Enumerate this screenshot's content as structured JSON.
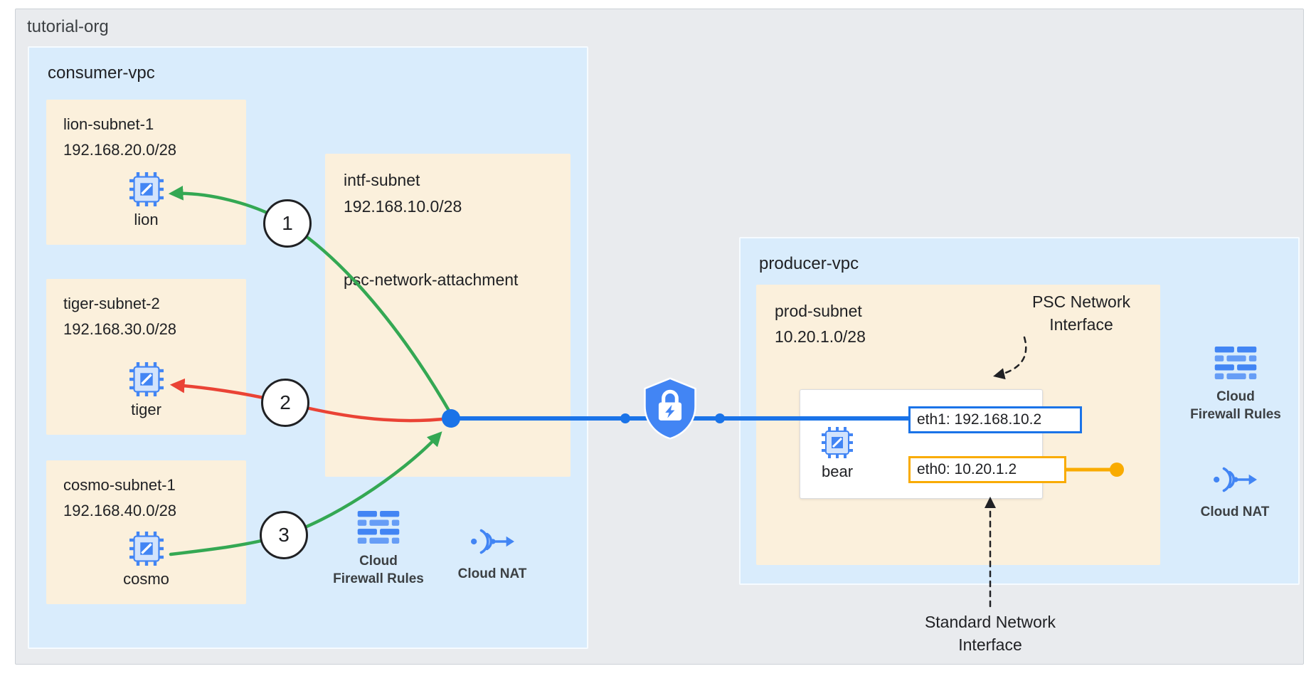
{
  "org": {
    "label": "tutorial-org"
  },
  "consumer": {
    "label": "consumer-vpc",
    "subnets": [
      {
        "name": "lion-subnet-1",
        "cidr": "192.168.20.0/28",
        "vm": "lion"
      },
      {
        "name": "tiger-subnet-2",
        "cidr": "192.168.30.0/28",
        "vm": "tiger"
      },
      {
        "name": "cosmo-subnet-1",
        "cidr": "192.168.40.0/28",
        "vm": "cosmo"
      }
    ],
    "intf_subnet": {
      "name": "intf-subnet",
      "cidr": "192.168.10.0/28",
      "attachment": "psc-network-attachment"
    },
    "firewall_label": "Cloud\nFirewall Rules",
    "nat_label": "Cloud NAT"
  },
  "producer": {
    "label": "producer-vpc",
    "subnet": {
      "name": "prod-subnet",
      "cidr": "10.20.1.0/28"
    },
    "vm": {
      "name": "bear",
      "eth1": "eth1: 192.168.10.2",
      "eth0": "eth0: 10.20.1.2"
    },
    "psc_note": "PSC Network\nInterface",
    "standard_note": "Standard Network\nInterface",
    "firewall_label": "Cloud\nFirewall Rules",
    "nat_label": "Cloud NAT"
  },
  "badges": [
    "1",
    "2",
    "3"
  ],
  "icons": {
    "vm": "compute-engine-chip",
    "firewall": "firewall-bricks",
    "nat": "nat-gateway-arrow",
    "shield": "psc-shield-lock"
  },
  "colors": {
    "green": "#34a853",
    "red": "#ea4335",
    "blue": "#1a73e8",
    "icon_blue": "#4285f4",
    "icon_blue_light": "#669df6",
    "orange": "#f9ab00"
  }
}
